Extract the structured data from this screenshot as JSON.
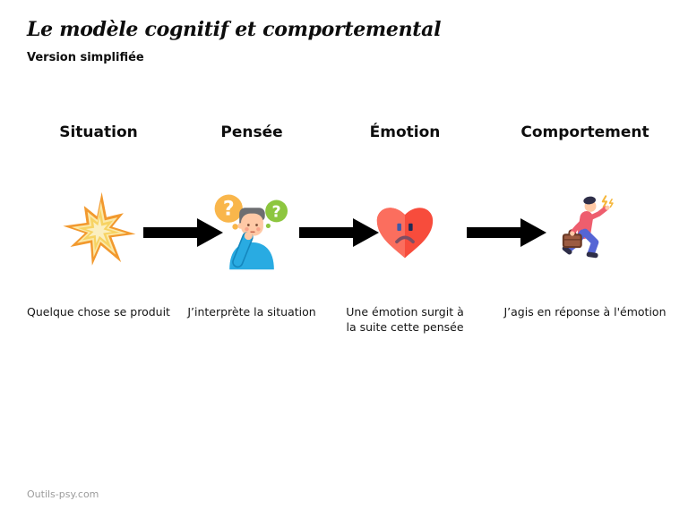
{
  "page": {
    "title": "Le modèle cognitif et comportemental",
    "subtitle": "Version simplifiée",
    "footer": "Outils-psy.com",
    "background": "#ffffff"
  },
  "diagram": {
    "flow_direction": "left-to-right",
    "arrow_color": "#000000",
    "steps": [
      {
        "label": "Situation",
        "caption": "Quelque chose se produit",
        "icon": "starburst-explosion",
        "icon_colors": {
          "outline": "#F2992E",
          "fill": "#FBE9A8",
          "core": "#F7D363"
        }
      },
      {
        "label": "Pensée",
        "caption": "J’interprète la situation",
        "icon": "thinking-person-with-question-marks",
        "icon_colors": {
          "shirt": "#29ABE2",
          "hair": "#6D6E71",
          "skin": "#FFC9A6",
          "bubble_left": "#F9B64B",
          "bubble_right": "#8DC63F"
        }
      },
      {
        "label": "Émotion",
        "caption": "Une émotion surgit à\nla suite cette pensée",
        "icon": "sad-heart",
        "icon_colors": {
          "heart_left": "#FB6E5E",
          "heart_right": "#F74C3C",
          "eye_left": "#3E5AA8",
          "eye_right": "#1F2C55",
          "mouth": "#7E4E63"
        }
      },
      {
        "label": "Comportement",
        "caption": "J’agis en réponse à l'émotion",
        "icon": "running-person-with-briefcase",
        "icon_colors": {
          "shirt": "#EE5E6E",
          "pants": "#5565D5",
          "briefcase": "#9C5B41",
          "skin": "#FFC9A6",
          "hair": "#2E2E48",
          "sparks": "#F6B73C"
        }
      }
    ]
  }
}
